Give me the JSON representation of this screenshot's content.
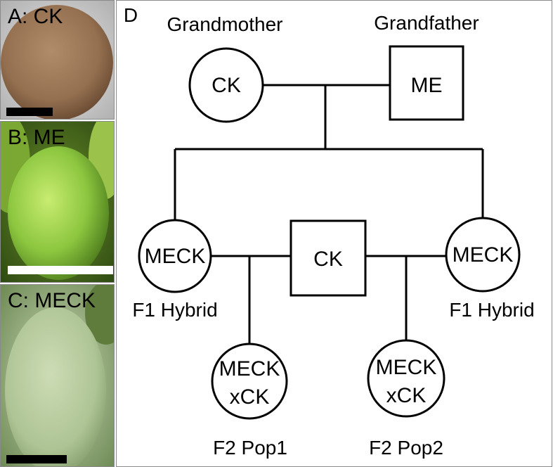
{
  "panels": [
    {
      "label": "A: CK",
      "scale_bar_color": "#000000"
    },
    {
      "label": "B: ME",
      "scale_bar_color": "#ffffff"
    },
    {
      "label": "C: MECK",
      "scale_bar_color": "#000000"
    }
  ],
  "pedigree": {
    "panel_label": "D",
    "grandmother_label": "Grandmother",
    "grandfather_label": "Grandfather",
    "grandmother_symbol": "CK",
    "grandfather_symbol": "ME",
    "left_f1_symbol": "MECK",
    "left_f1_caption": "F1 Hybrid",
    "middle_parent_symbol": "CK",
    "right_f1_symbol": "MECK",
    "right_f1_caption": "F1 Hybrid",
    "pop1_symbol_line1": "MECK",
    "pop1_symbol_line2": "xCK",
    "pop1_caption": "F2 Pop1",
    "pop2_symbol_line1": "MECK",
    "pop2_symbol_line2": "xCK",
    "pop2_caption": "F2 Pop2"
  },
  "colors": {
    "kiwi_brown": "#9c7a5c",
    "green_fruit": "#8cc63f",
    "pale_green_fruit": "#b5c9a0"
  }
}
